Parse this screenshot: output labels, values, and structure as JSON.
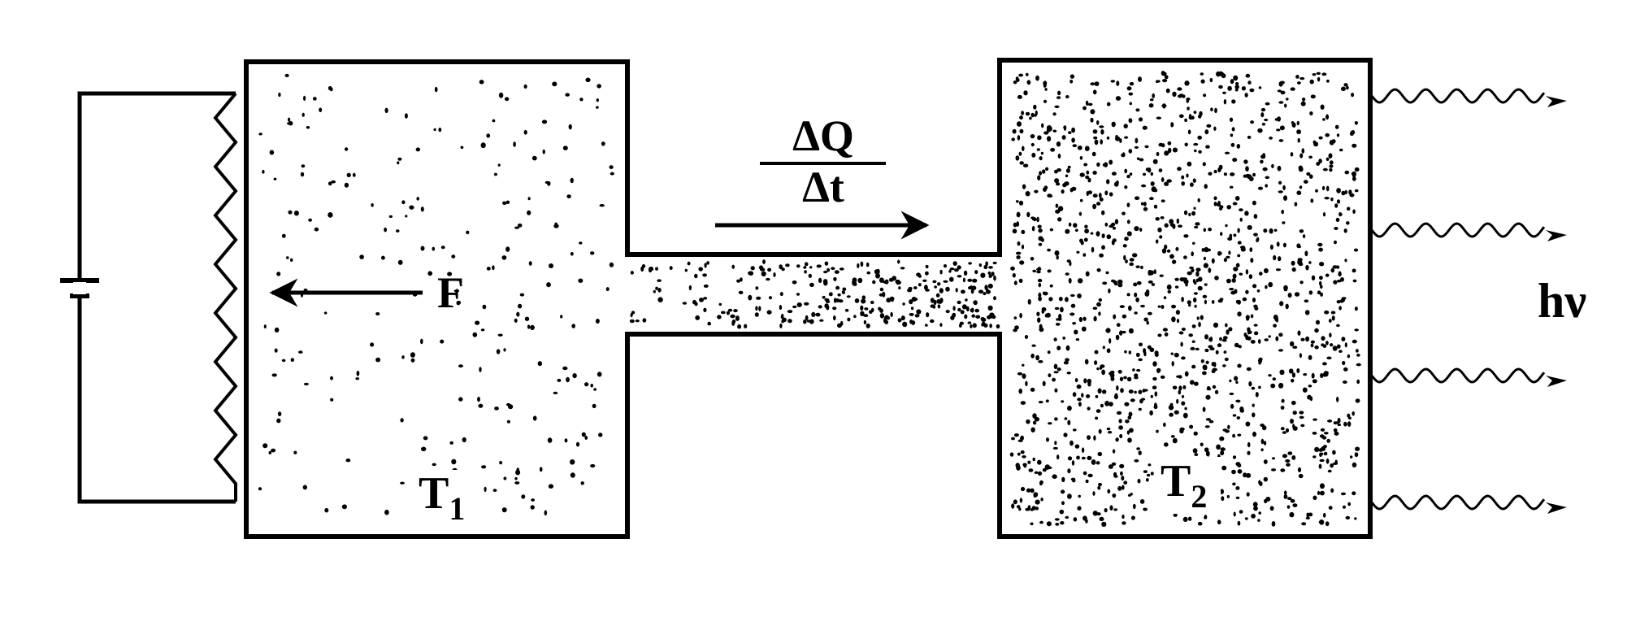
{
  "labels": {
    "force": "F",
    "heat_flow_numerator": "ΔQ",
    "heat_flow_denominator": "Δt",
    "temp_left": "T",
    "temp_left_sub": "1",
    "temp_right": "T",
    "temp_right_sub": "2",
    "photon": "hν"
  },
  "colors": {
    "ink": "#000000",
    "background": "#ffffff"
  }
}
